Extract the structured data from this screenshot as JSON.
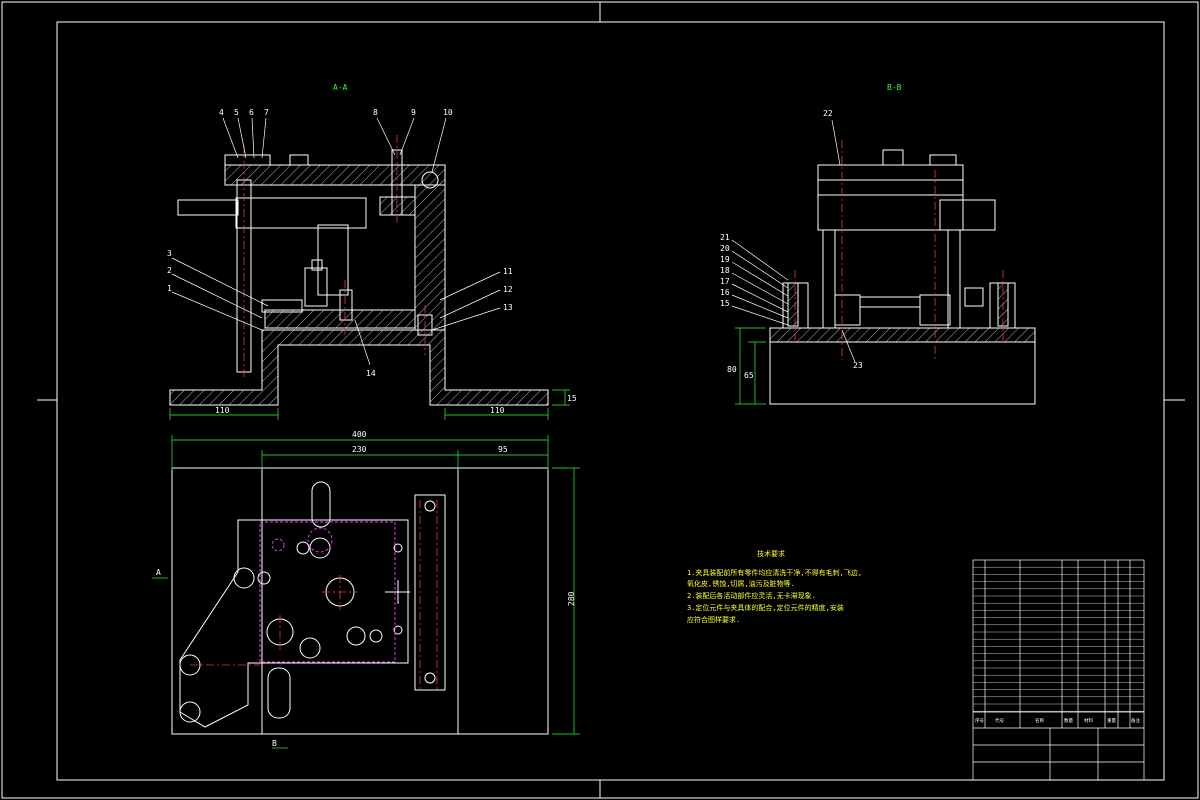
{
  "views": {
    "section_aa": {
      "title": "A-A"
    },
    "section_bb": {
      "title": "B-B"
    }
  },
  "callouts_aa": [
    "1",
    "2",
    "3",
    "4",
    "5",
    "6",
    "7",
    "8",
    "9",
    "10",
    "11",
    "12",
    "13",
    "14"
  ],
  "callouts_bb": [
    "15",
    "16",
    "17",
    "18",
    "19",
    "20",
    "21",
    "22",
    "23"
  ],
  "dimensions": {
    "base_left": "110",
    "base_right": "110",
    "base_height": "15",
    "overall_width": "400",
    "width_230": "230",
    "width_95": "95",
    "height_280": "280",
    "bb_height_80": "80",
    "bb_height_65": "65",
    "marker_a": "A",
    "marker_b": "B"
  },
  "notes": {
    "heading": "技术要求",
    "lines": [
      "1.夹具装配前所有零件均应清洗干净,不得有毛刺,飞边,",
      "  氧化皮,锈蚀,切屑,油污及脏物等.",
      "2.装配后各活动部件应灵活,无卡滞现象.",
      "3.定位元件与夹具体的配合,定位元件的精度,安装",
      "  应符合图样要求."
    ]
  },
  "title_block": {
    "header": [
      "序号",
      "代号",
      "名称",
      "数量",
      "材料",
      "重量",
      "备注"
    ]
  },
  "colors": {
    "background": "#000000",
    "line": "#ffffff",
    "dimension": "#2bff2b",
    "hatch": "#ffffff",
    "center": "#ff3030",
    "highlight": "#ff40ff",
    "note": "#ffff2b"
  }
}
